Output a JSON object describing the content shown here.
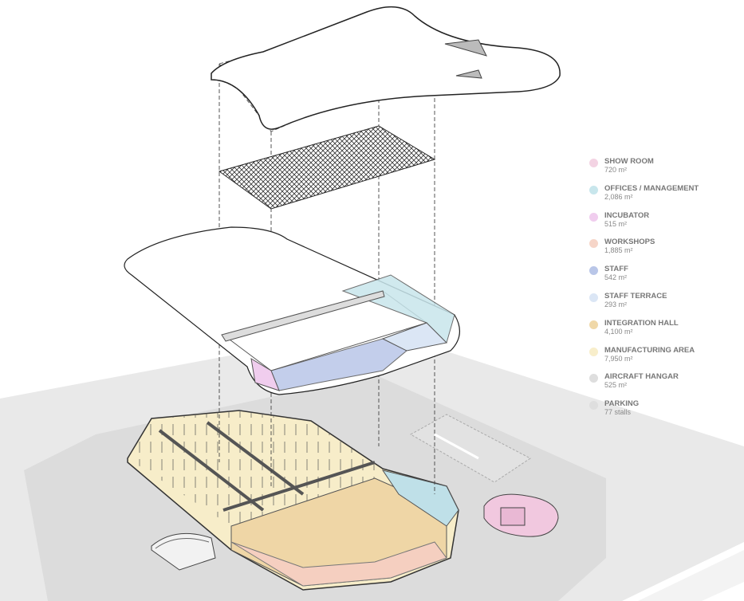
{
  "legend": [
    {
      "name": "SHOW ROOM",
      "area": "720 m²",
      "color": "#f3d3e3"
    },
    {
      "name": "OFFICES / MANAGEMENT",
      "area": "2,086 m²",
      "color": "#c8e6ec"
    },
    {
      "name": "INCUBATOR",
      "area": "515 m²",
      "color": "#f0cdee"
    },
    {
      "name": "WORKSHOPS",
      "area": "1,885 m²",
      "color": "#f6d5c8"
    },
    {
      "name": "STAFF",
      "area": "542 m²",
      "color": "#b9c6e8"
    },
    {
      "name": "STAFF TERRACE",
      "area": "293 m²",
      "color": "#dbe6f5"
    },
    {
      "name": "INTEGRATION HALL",
      "area": "4,100 m²",
      "color": "#f0d8a8"
    },
    {
      "name": "MANUFACTURING AREA",
      "area": "7,950 m²",
      "color": "#f8eecb"
    },
    {
      "name": "AIRCRAFT HANGAR",
      "area": "525 m²",
      "color": "#dedede"
    },
    {
      "name": "PARKING",
      "area": "77 stalls",
      "color": "#dedede"
    }
  ]
}
